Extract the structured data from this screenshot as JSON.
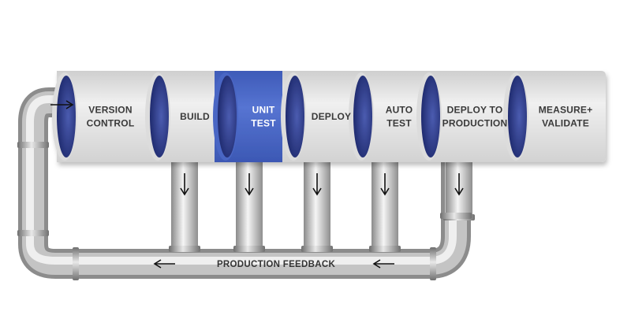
{
  "stages": [
    {
      "id": "version-control",
      "lines": [
        "VERSION",
        "CONTROL"
      ],
      "active": false
    },
    {
      "id": "build",
      "lines": [
        "BUILD"
      ],
      "active": false
    },
    {
      "id": "unit-test",
      "lines": [
        "UNIT",
        "TEST"
      ],
      "active": true
    },
    {
      "id": "deploy",
      "lines": [
        "DEPLOY"
      ],
      "active": false
    },
    {
      "id": "auto-test",
      "lines": [
        "AUTO",
        "TEST"
      ],
      "active": false
    },
    {
      "id": "deploy-to-production",
      "lines": [
        "DEPLOY TO",
        "PRODUCTION"
      ],
      "active": false
    },
    {
      "id": "measure-validate",
      "lines": [
        "MEASURE+",
        "VALIDATE"
      ],
      "active": false
    }
  ],
  "feedback": {
    "label": "PRODUCTION FEEDBACK"
  },
  "colors": {
    "active_fill": "#4a66c4",
    "inactive_fill": "#e6e6e6",
    "opening_dark": "#2d3a86",
    "opening_mid": "#4a5aac",
    "pipe_dark": "#8c8c8c",
    "pipe_light": "#f4f4f4",
    "text": "#3a3a3a"
  },
  "icons": [
    "arrow-right-icon",
    "arrow-down-icon",
    "arrow-left-icon"
  ]
}
